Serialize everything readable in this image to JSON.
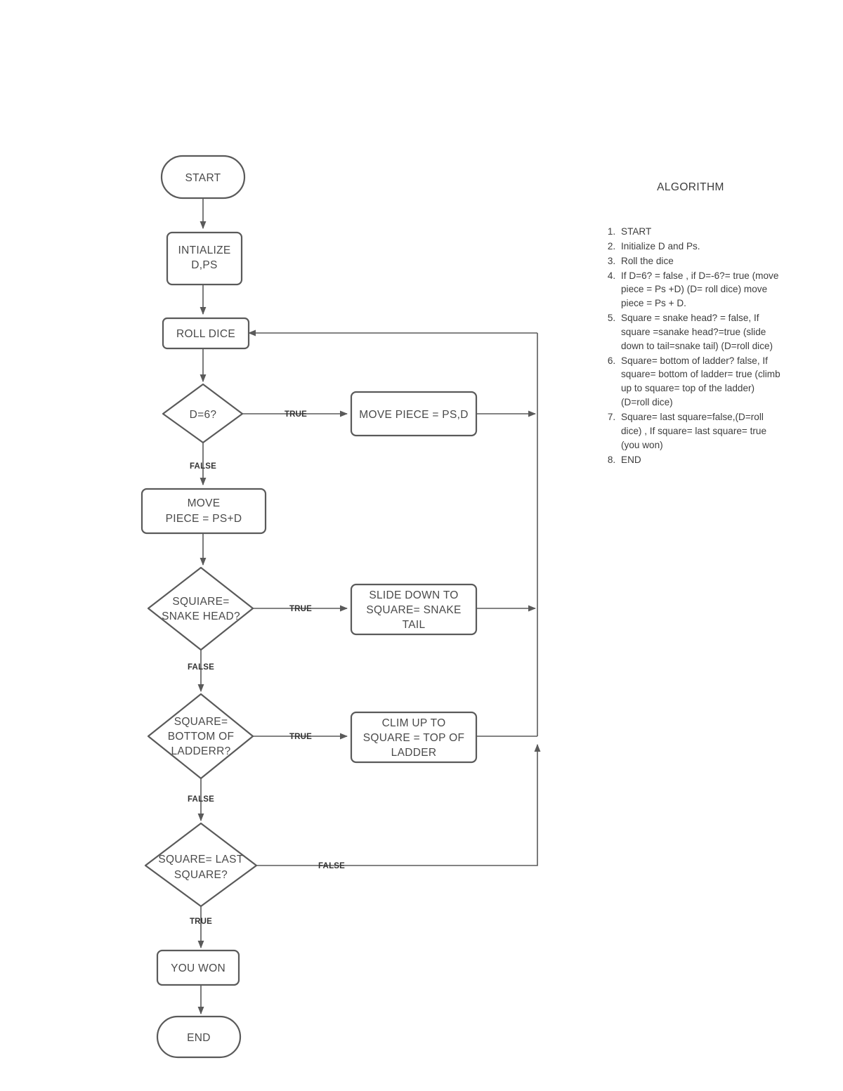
{
  "document": {
    "background_color": "#ffffff",
    "line_color": "#5a5a5a",
    "text_color": "#3d3d3d"
  },
  "flowchart": {
    "title": "Snakes and Ladders flowchart",
    "nodes": {
      "start": {
        "label": "START",
        "shape": "terminator"
      },
      "initialize": {
        "line1": "INTIALIZE",
        "line2": "D,PS",
        "shape": "process"
      },
      "roll_dice": {
        "label": "ROLL DICE",
        "shape": "process"
      },
      "d_is_6": {
        "label": "D=6?",
        "shape": "decision"
      },
      "move_piece_psd": {
        "label": "MOVE PIECE = PS,D",
        "shape": "process"
      },
      "move_piece_ps_plus_d": {
        "line1": "MOVE",
        "line2": "PIECE = PS+D",
        "shape": "process"
      },
      "square_snake_head": {
        "line1": "SQUIARE=",
        "line2": "SNAKE HEAD?",
        "shape": "decision"
      },
      "slide_down": {
        "line1": "SLIDE DOWN TO",
        "line2": "SQUARE= SNAKE",
        "line3": "TAIL",
        "shape": "process"
      },
      "square_bottom_ladder": {
        "line1": "SQUARE=",
        "line2": "BOTTOM OF",
        "line3": "LADDERR?",
        "shape": "decision"
      },
      "climb_up": {
        "line1": "CLIM UP TO",
        "line2": "SQUARE = TOP OF",
        "line3": "LADDER",
        "shape": "process"
      },
      "square_last": {
        "line1": "SQUARE= LAST",
        "line2": "SQUARE?",
        "shape": "decision"
      },
      "you_won": {
        "label": "YOU WON",
        "shape": "process"
      },
      "end": {
        "label": "END",
        "shape": "terminator"
      }
    },
    "edge_labels": {
      "d6_true": "TRUE",
      "d6_false": "FALSE",
      "snake_true": "TRUE",
      "snake_false": "FALSE",
      "ladder_true": "TRUE",
      "ladder_false": "FALSE",
      "last_false": "FALSE",
      "last_true": "TRUE"
    }
  },
  "algorithm": {
    "heading": "ALGORITHM",
    "steps": [
      "START",
      "Initialize D and Ps.",
      "Roll the dice",
      "If D=6? = false , if D=-6?= true (move piece = Ps +D) (D= roll dice)  move piece = Ps + D.",
      "Square = snake head? = false, If square =sanake head?=true (slide down to tail=snake tail) (D=roll dice)",
      "Square= bottom of ladder? false, If square= bottom of ladder= true (climb up to square= top of the ladder)(D=roll dice)",
      "Square= last square=false,(D=roll dice) ,  If square= last square= true (you won)",
      "END"
    ]
  }
}
